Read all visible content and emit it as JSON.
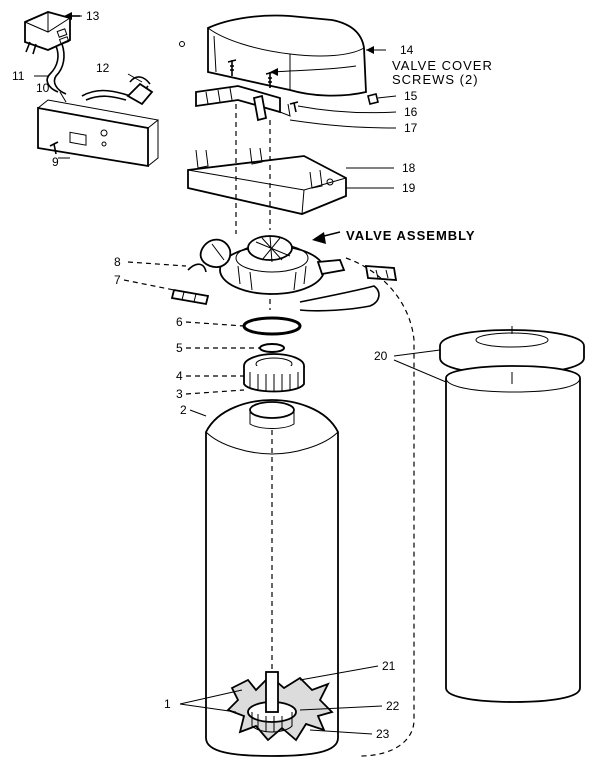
{
  "labels": {
    "n1": "1",
    "n2": "2",
    "n3": "3",
    "n4": "4",
    "n5": "5",
    "n6": "6",
    "n7": "7",
    "n8": "8",
    "n9": "9",
    "n10": "10",
    "n11": "11",
    "n12": "12",
    "n13": "13",
    "n14": "14",
    "n15": "15",
    "n16": "16",
    "n17": "17",
    "n18": "18",
    "n19": "19",
    "n20": "20",
    "n21": "21",
    "n22": "22",
    "n23": "23"
  },
  "captions": {
    "valve_cover_line1": "VALVE COVER",
    "valve_cover_line2": "SCREWS (2)",
    "valve_assembly": "VALVE ASSEMBLY"
  }
}
